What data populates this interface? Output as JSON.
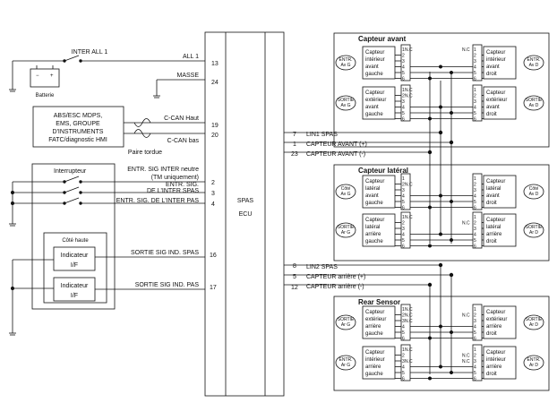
{
  "battery": {
    "switch_label": "INTER ALL 1",
    "label": "Batterie"
  },
  "ecu": {
    "label1": "SPAS",
    "label2": "ECU"
  },
  "pins_left": {
    "p13": "13",
    "p24": "24",
    "p19": "19",
    "p20": "20",
    "p2": "2",
    "p3": "3",
    "p4": "4",
    "p16": "16",
    "p17": "17"
  },
  "wires_left": {
    "all1": "ALL 1",
    "masse": "MASSE",
    "ccan_high": "C-CAN Haut",
    "ccan_low": "C-CAN bas",
    "twisted": "Paire tordue",
    "entr1a": "ENTR. SIG INTER neutre",
    "entr1b": "(TM uniquement)",
    "entr2a": "ENTR. SIG.",
    "entr2b": "DE L'INTER SPAS",
    "entr3": "ENTR. SIG. DE L'INTER PAS",
    "sortie_spas": "SORTIE SIG IND. SPAS",
    "sortie_pas": "SORTIE SIG IND. PAS"
  },
  "modules": {
    "line1": "ABS/ESC MDPS,",
    "line2": "EMS, GROUPE",
    "line3": "D'INSTRUMENTS",
    "line4": "FATC/diagnostic HMI"
  },
  "switch_box": {
    "title": "Interrupteur"
  },
  "cote_haute": {
    "title": "Côté haute",
    "ind_label": "Indicateur",
    "ind_sub": "I/F"
  },
  "pins_right": {
    "p7": "7",
    "p1": "1",
    "p23": "23",
    "p8": "8",
    "p5": "5",
    "p12": "12"
  },
  "wires_right": {
    "lin1": "LIN1 SPAS",
    "avant_plus": "CAPTEUR AVANT (+)",
    "avant_minus": "CAPTEUR AVANT (-)",
    "lin2": "LIN2 SPAS",
    "arriere_plus": "CAPTEUR arrière (+)",
    "arriere_minus": "CAPTEUR arrière (-)"
  },
  "sections": {
    "front": "Capteur avant",
    "side": "Capteur latéral",
    "rear": "Rear Sensor"
  },
  "nc": "N.C",
  "sensors": {
    "front": [
      {
        "name": [
          "Capteur",
          "intérieur",
          "avant",
          "gauche"
        ],
        "badge": [
          "ENTR.",
          "Av G"
        ]
      },
      {
        "name": [
          "Capteur",
          "intérieur",
          "avant",
          "droit"
        ],
        "badge": [
          "ENTR.",
          "Av D"
        ]
      },
      {
        "name": [
          "Capteur",
          "extérieur",
          "avant",
          "gauche"
        ],
        "badge": [
          "SORTIE",
          "Av G"
        ]
      },
      {
        "name": [
          "Capteur",
          "extérieur",
          "avant",
          "droit"
        ],
        "badge": [
          "SORTIE",
          "Av D"
        ]
      }
    ],
    "side": [
      {
        "name": [
          "Capteur",
          "latéral",
          "avant",
          "gauche"
        ],
        "badge": [
          "Côté",
          "Av G"
        ]
      },
      {
        "name": [
          "Capteur",
          "latéral",
          "avant",
          "droit"
        ],
        "badge": [
          "Côté",
          "Av D"
        ]
      },
      {
        "name": [
          "Capteur",
          "latéral",
          "arrière",
          "gauche"
        ],
        "badge": [
          "SORTIE",
          "Ar G"
        ]
      },
      {
        "name": [
          "Capteur",
          "latéral",
          "arrière",
          "droit"
        ],
        "badge": [
          "SORTIE",
          "Ar D"
        ]
      }
    ],
    "rear": [
      {
        "name": [
          "Capteur",
          "extérieur",
          "arrière",
          "gauche"
        ],
        "badge": [
          "SORTIE",
          "Ar G"
        ]
      },
      {
        "name": [
          "Capteur",
          "extérieur",
          "arrière",
          "droit"
        ],
        "badge": [
          "SORTIE",
          "Ar D"
        ]
      },
      {
        "name": [
          "Capteur",
          "intérieur",
          "arrière",
          "gauche"
        ],
        "badge": [
          "ENTR.",
          "Ar G"
        ]
      },
      {
        "name": [
          "Capteur",
          "intérieur",
          "arrière",
          "droit"
        ],
        "badge": [
          "ENTR.",
          "Ar D"
        ]
      }
    ]
  },
  "pin_numbers": [
    "1",
    "2",
    "3",
    "4",
    "5",
    "6"
  ]
}
